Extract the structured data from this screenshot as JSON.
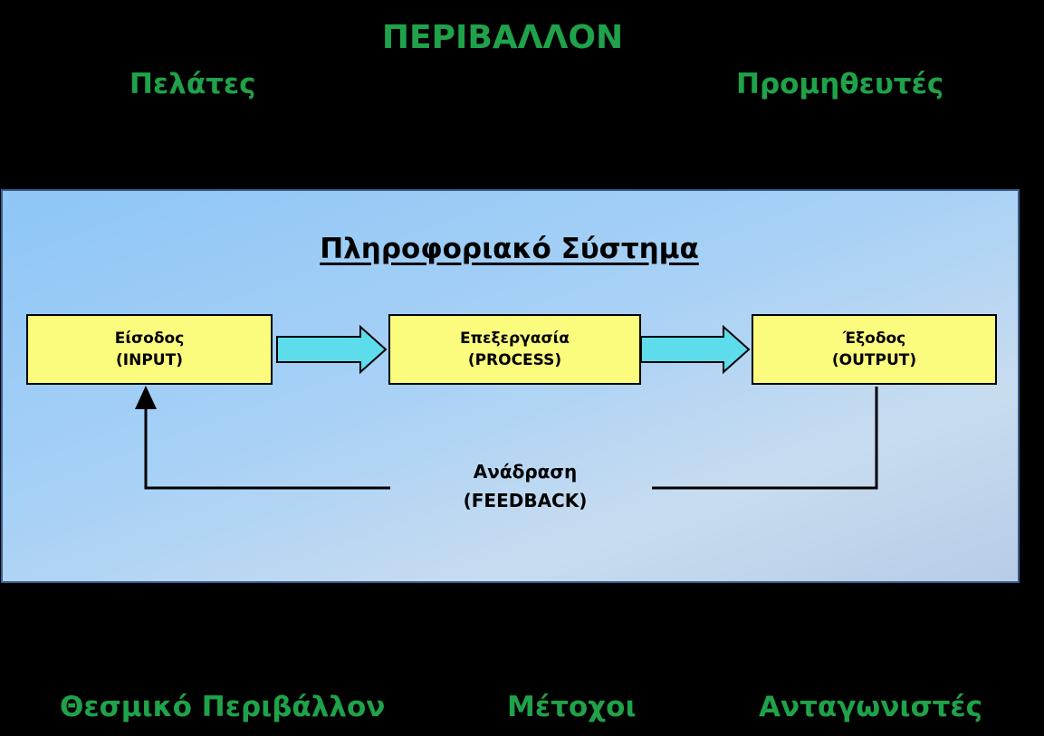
{
  "environment": {
    "title": "ΠΕΡΙΒΑΛΛΟΝ",
    "customers": "Πελάτες",
    "suppliers": "Προμηθευτές",
    "institutional": "Θεσμικό Περιβάλλον",
    "shareholders": "Μέτοχοι",
    "competitors": "Ανταγωνιστές"
  },
  "system": {
    "title": "Πληροφοριακό Σύστημα",
    "input": {
      "label": "Είσοδος",
      "sublabel": "(INPUT)"
    },
    "process": {
      "label": "Επεξεργασία",
      "sublabel": "(PROCESS)"
    },
    "output": {
      "label": "Έξοδος",
      "sublabel": "(OUTPUT)"
    },
    "feedback": {
      "label": "Ανάδραση",
      "sublabel": "(FEEDBACK)"
    }
  },
  "colors": {
    "background": "#000000",
    "environment_text": "#1fa24a",
    "panel_fill": "#a8d1f6",
    "panel_border": "#3b5f8e",
    "block_fill": "#fbfb7d",
    "arrow_fill": "#5ddceb"
  }
}
